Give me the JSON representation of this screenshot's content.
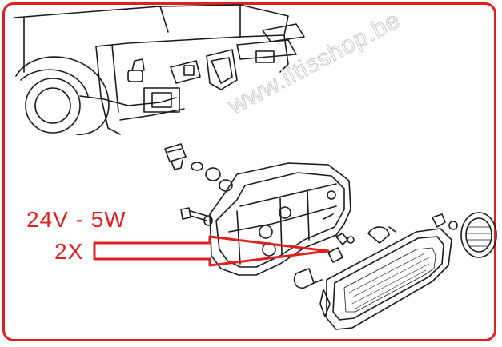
{
  "spec": {
    "voltage_wattage": "24V - 5W",
    "quantity": "2X"
  },
  "watermark": "www.iltisshop.be",
  "colors": {
    "annotation": "#e02020",
    "line_art": "#1a1a1a",
    "watermark": "#c8c8c8"
  }
}
